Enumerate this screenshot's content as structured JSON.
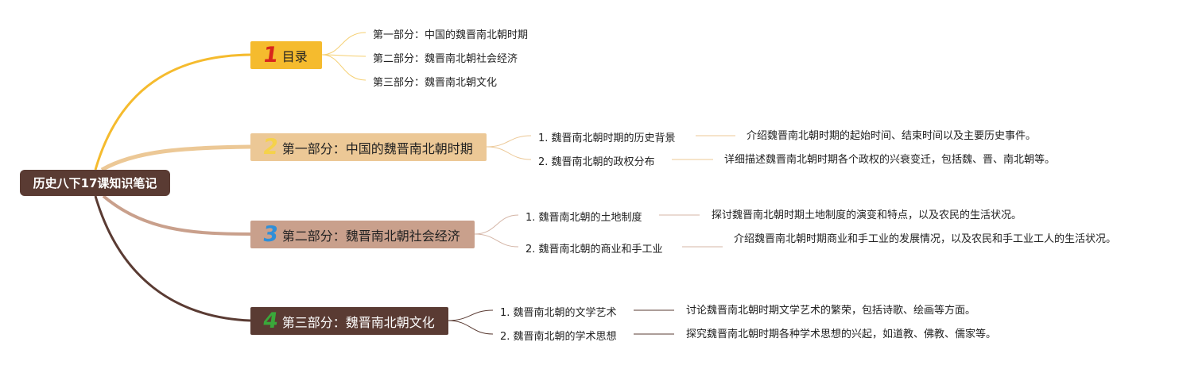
{
  "root": {
    "label": "历史八下17课知识笔记"
  },
  "branches": [
    {
      "number": "1",
      "label": "目录",
      "color": "#f5bb2e",
      "number_color": "#d9261c",
      "text_color": "#222222",
      "items": [
        {
          "label": "第一部分：中国的魏晋南北朝时期"
        },
        {
          "label": "第二部分：魏晋南北朝社会经济"
        },
        {
          "label": "第三部分：魏晋南北朝文化"
        }
      ]
    },
    {
      "number": "2",
      "label": "第一部分：中国的魏晋南北朝时期",
      "color": "#ecc896",
      "number_color": "#f5d24a",
      "text_color": "#222222",
      "items": [
        {
          "label": "1. 魏晋南北朝时期的历史背景",
          "desc": "介绍魏晋南北朝时期的起始时间、结束时间以及主要历史事件。"
        },
        {
          "label": "2. 魏晋南北朝的政权分布",
          "desc": "详细描述魏晋南北朝时期各个政权的兴衰变迁，包括魏、晋、南北朝等。"
        }
      ]
    },
    {
      "number": "3",
      "label": "第二部分：魏晋南北朝社会经济",
      "color": "#c9a08c",
      "number_color": "#2f8fd8",
      "text_color": "#222222",
      "items": [
        {
          "label": "1. 魏晋南北朝的土地制度",
          "desc": "探讨魏晋南北朝时期土地制度的演变和特点，以及农民的生活状况。"
        },
        {
          "label": "2. 魏晋南北朝的商业和手工业",
          "desc": "介绍魏晋南北朝时期商业和手工业的发展情况，以及农民和手工业工人的生活状况。"
        }
      ]
    },
    {
      "number": "4",
      "label": "第三部分：魏晋南北朝文化",
      "color": "#5a3b33",
      "number_color": "#3aa83a",
      "text_color": "#ffffff",
      "items": [
        {
          "label": "1. 魏晋南北朝的文学艺术",
          "desc": "讨论魏晋南北朝时期文学艺术的繁荣，包括诗歌、绘画等方面。"
        },
        {
          "label": "2. 魏晋南北朝的学术思想",
          "desc": "探究魏晋南北朝时期各种学术思想的兴起，如道教、佛教、儒家等。"
        }
      ]
    }
  ]
}
